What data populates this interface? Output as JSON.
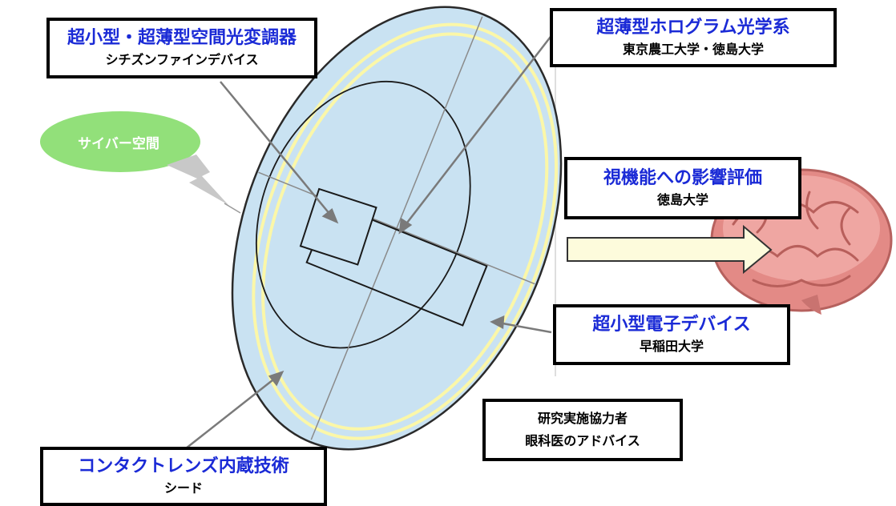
{
  "labels": {
    "modulator": {
      "title": "超小型・超薄型空間光変調器",
      "sub": "シチズンファインデバイス"
    },
    "hologram": {
      "title": "超薄型ホログラム光学系",
      "sub": "東京農工大学・徳島大学"
    },
    "vision": {
      "title": "視機能への影響評価",
      "sub": "徳島大学"
    },
    "electronics": {
      "title": "超小型電子デバイス",
      "sub": "早稲田大学"
    },
    "collaborator": {
      "line1": "研究実施協力者",
      "line2": "眼科医のアドバイス"
    },
    "lens": {
      "title": "コンタクトレンズ内蔵技術",
      "sub": "シード"
    }
  },
  "cyber_bubble": {
    "text": "サイバー空間"
  },
  "colors": {
    "title_blue": "#1a2ad6",
    "lens_fill": "#c9e2f2",
    "lens_stripe": "#fbf7a8",
    "bubble_green": "#92e07a",
    "lightning_gray": "#c8c8c8",
    "arrow_fill": "#fdfbdc",
    "brain_pink": "#e38a86"
  },
  "icons": [
    "lightning-bolt-icon",
    "brain-illustration",
    "right-arrow-icon"
  ]
}
